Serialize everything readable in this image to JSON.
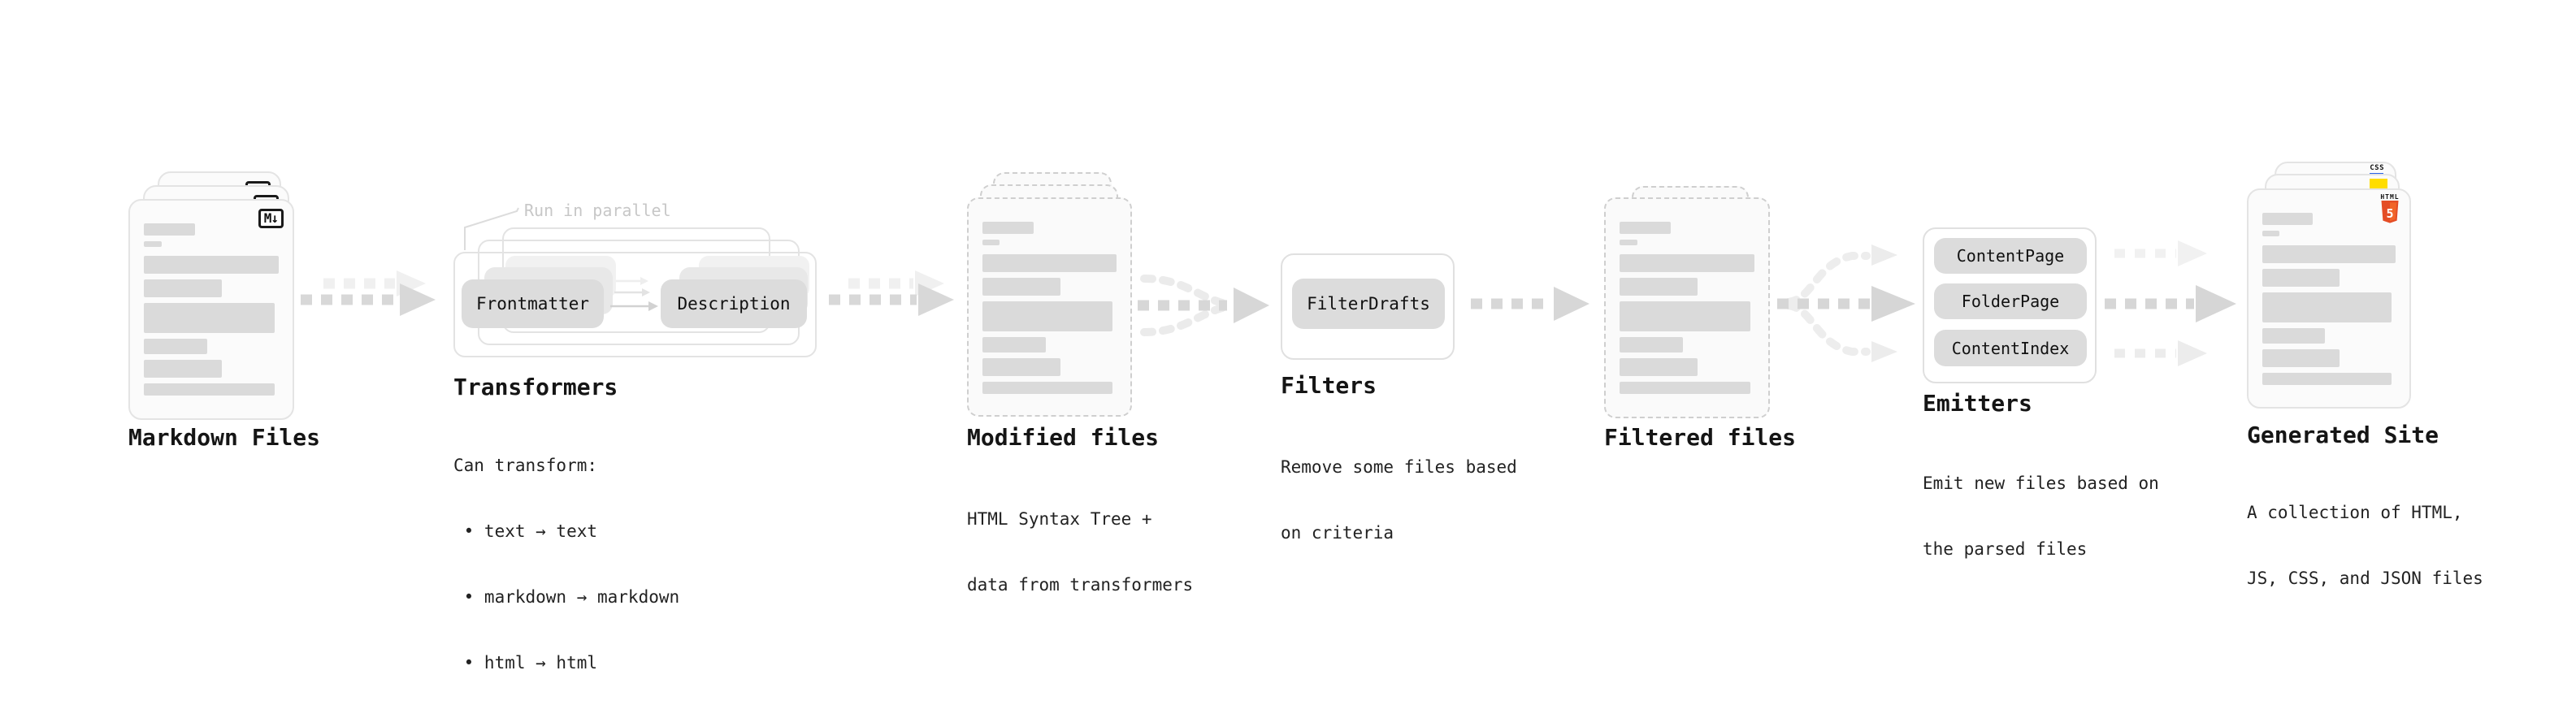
{
  "colors": {
    "html5_orange": "#e44d26",
    "html5_orange_light": "#f16529",
    "js_yellow": "#ffdd00",
    "css_blue": "#2b63e8",
    "arrow_gray": "#d8d8d8",
    "ghost_gray": "#f0f0f0"
  },
  "pipeline": {
    "markdown_files": {
      "title": "Markdown Files",
      "file_badge": "M↓"
    },
    "transformers": {
      "annotation": "Run in parallel",
      "box_left": "Frontmatter",
      "box_right": "Description",
      "title": "Transformers",
      "lines": [
        "Can transform:",
        " • text → text",
        " • markdown → markdown",
        " • html → html"
      ]
    },
    "modified_files": {
      "title": "Modified files",
      "lines": [
        "HTML Syntax Tree +",
        "data from transformers"
      ]
    },
    "filters": {
      "box": "FilterDrafts",
      "title": "Filters",
      "lines": [
        "Remove some files based",
        "on criteria"
      ]
    },
    "filtered_files": {
      "title": "Filtered files"
    },
    "emitters": {
      "boxes": [
        "ContentPage",
        "FolderPage",
        "ContentIndex"
      ],
      "title": "Emitters",
      "lines": [
        "Emit new files based on",
        "the parsed files"
      ]
    },
    "generated_site": {
      "title": "Generated Site",
      "lines": [
        "A collection of HTML,",
        "JS, CSS, and JSON files"
      ],
      "badges": {
        "html_label": "HTML",
        "html_number": "5",
        "css_label": "CSS"
      }
    }
  }
}
